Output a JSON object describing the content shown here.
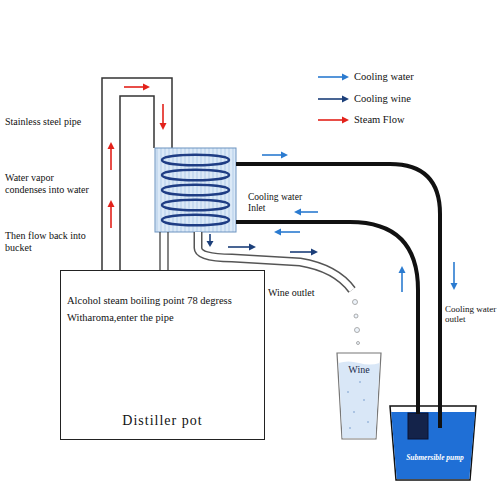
{
  "diagram": {
    "nodes": [
      {
        "text": [
          "Alcohol steam boiling point 78 degress Witharoma,enter the pipe",
          "Distiller pot"
        ]
      },
      {
        "text": [
          "Wine"
        ]
      },
      {
        "text": [
          "Submersible pump"
        ]
      }
    ],
    "labels": [
      "Stainless steel pipe",
      "Water vapor condenses into water",
      "Then flow back into bucket",
      "Cooling water Inlet",
      "Wine outlet",
      "Cooling water outlet"
    ],
    "legend": [
      {
        "text": "Cooling water"
      },
      {
        "text": "Cooling wine"
      },
      {
        "text": "Steam Flow"
      }
    ]
  }
}
